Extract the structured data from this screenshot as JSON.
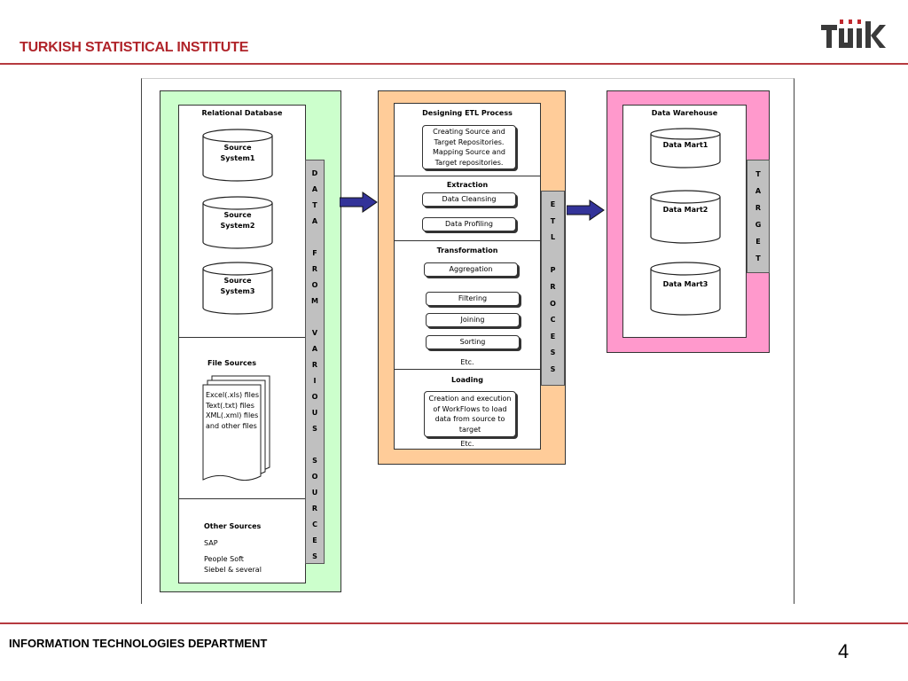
{
  "header": {
    "org_title": "TURKISH STATISTICAL INSTITUTE",
    "logo_text": "TÜİK"
  },
  "footer": {
    "department": "INFORMATION TECHNOLOGIES DEPARTMENT",
    "page_number": "4"
  },
  "colors": {
    "accent": "#b53a3f",
    "green_panel": "#ccffcc",
    "orange_panel": "#ffcc99",
    "pink_panel": "#ff99cc",
    "bar_gray": "#c0c0c0",
    "arrow": "#333399"
  },
  "sources": {
    "relational_title": "Relational Database",
    "db_source1": "Source System1",
    "db_source2": "Source System2",
    "db_source3": "Source System3",
    "file_title": "File Sources",
    "file_doc": "Excel(.xls) files Text(.txt) files XML(.xml) files and other files",
    "other_title": "Other Sources",
    "other_sap": "SAP",
    "other_people": "People Soft",
    "other_siebel": "Siebel & several",
    "bar_letters": [
      "D",
      "A",
      "T",
      "A",
      "",
      "F",
      "R",
      "O",
      "M",
      "",
      "V",
      "A",
      "R",
      "I",
      "O",
      "U",
      "S",
      "",
      "S",
      "O",
      "U",
      "R",
      "C",
      "E",
      "S"
    ]
  },
  "etl": {
    "design_title": "Designing ETL Process",
    "design_box": "Creating Source and Target Repositories. Mapping Source and Target repositories.",
    "extraction_title": "Extraction",
    "cleansing": "Data Cleansing",
    "profiling": "Data Profiling",
    "transformation_title": "Transformation",
    "aggregation": "Aggregation",
    "filtering": "Filtering",
    "joining": "Joining",
    "sorting": "Sorting",
    "transform_etc": "Etc.",
    "loading_title": "Loading",
    "loading_box": "Creation and execution of WorkFlows to load data from source to target",
    "loading_etc": "Etc.",
    "bar_letters": [
      "E",
      "T",
      "L",
      "",
      "P",
      "R",
      "O",
      "C",
      "E",
      "S",
      "S"
    ]
  },
  "target": {
    "warehouse_title": "Data Warehouse",
    "mart1": "Data Mart1",
    "mart2": "Data Mart2",
    "mart3": "Data Mart3",
    "bar_letters": [
      "T",
      "A",
      "R",
      "G",
      "E",
      "T"
    ]
  }
}
